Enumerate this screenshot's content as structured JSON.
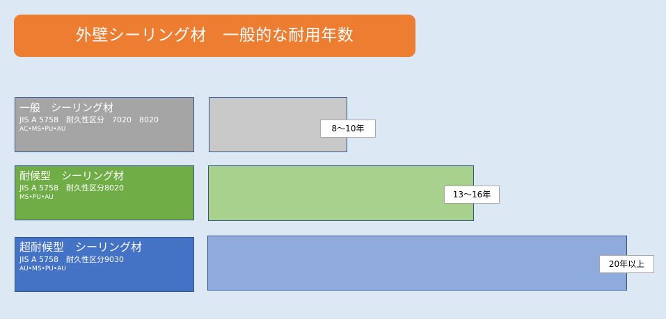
{
  "title": "外壁シーリング材　一般的な耐用年数",
  "chart_data": {
    "type": "bar",
    "orientation": "horizontal",
    "categories": [
      "一般　シーリング材",
      "耐候型　シーリング材",
      "超耐候型　シーリング材"
    ],
    "ranges": [
      {
        "min": 8,
        "max": 10
      },
      {
        "min": 13,
        "max": 16
      },
      {
        "min": 20,
        "max": null
      }
    ],
    "value_labels": [
      "8～10年",
      "13～16年",
      "20年以上"
    ],
    "colors": {
      "title_bg": "#ed7d31",
      "background": "#dce9f5",
      "label_fill": [
        "#a5a5a5",
        "#70ad47",
        "#4472c4"
      ],
      "bar_fill": [
        "#c9c9c9",
        "#a9d18e",
        "#8faadc"
      ],
      "outline": "#2f528f"
    }
  },
  "rows": [
    {
      "title": "一般　シーリング材",
      "standard": "JIS A 5758　耐久性区分　7020　8020",
      "types": "AC•MS•PU•AU",
      "value_label": "8～10年"
    },
    {
      "title": "耐候型　シーリング材",
      "standard": "JIS A 5758　耐久性区分8020",
      "types": "MS•PU•AU",
      "value_label": "13～16年"
    },
    {
      "title": "超耐候型　シーリング材",
      "standard": "JIS A 5758　耐久性区分9030",
      "types": "AU•MS•PU•AU",
      "value_label": "20年以上"
    }
  ]
}
